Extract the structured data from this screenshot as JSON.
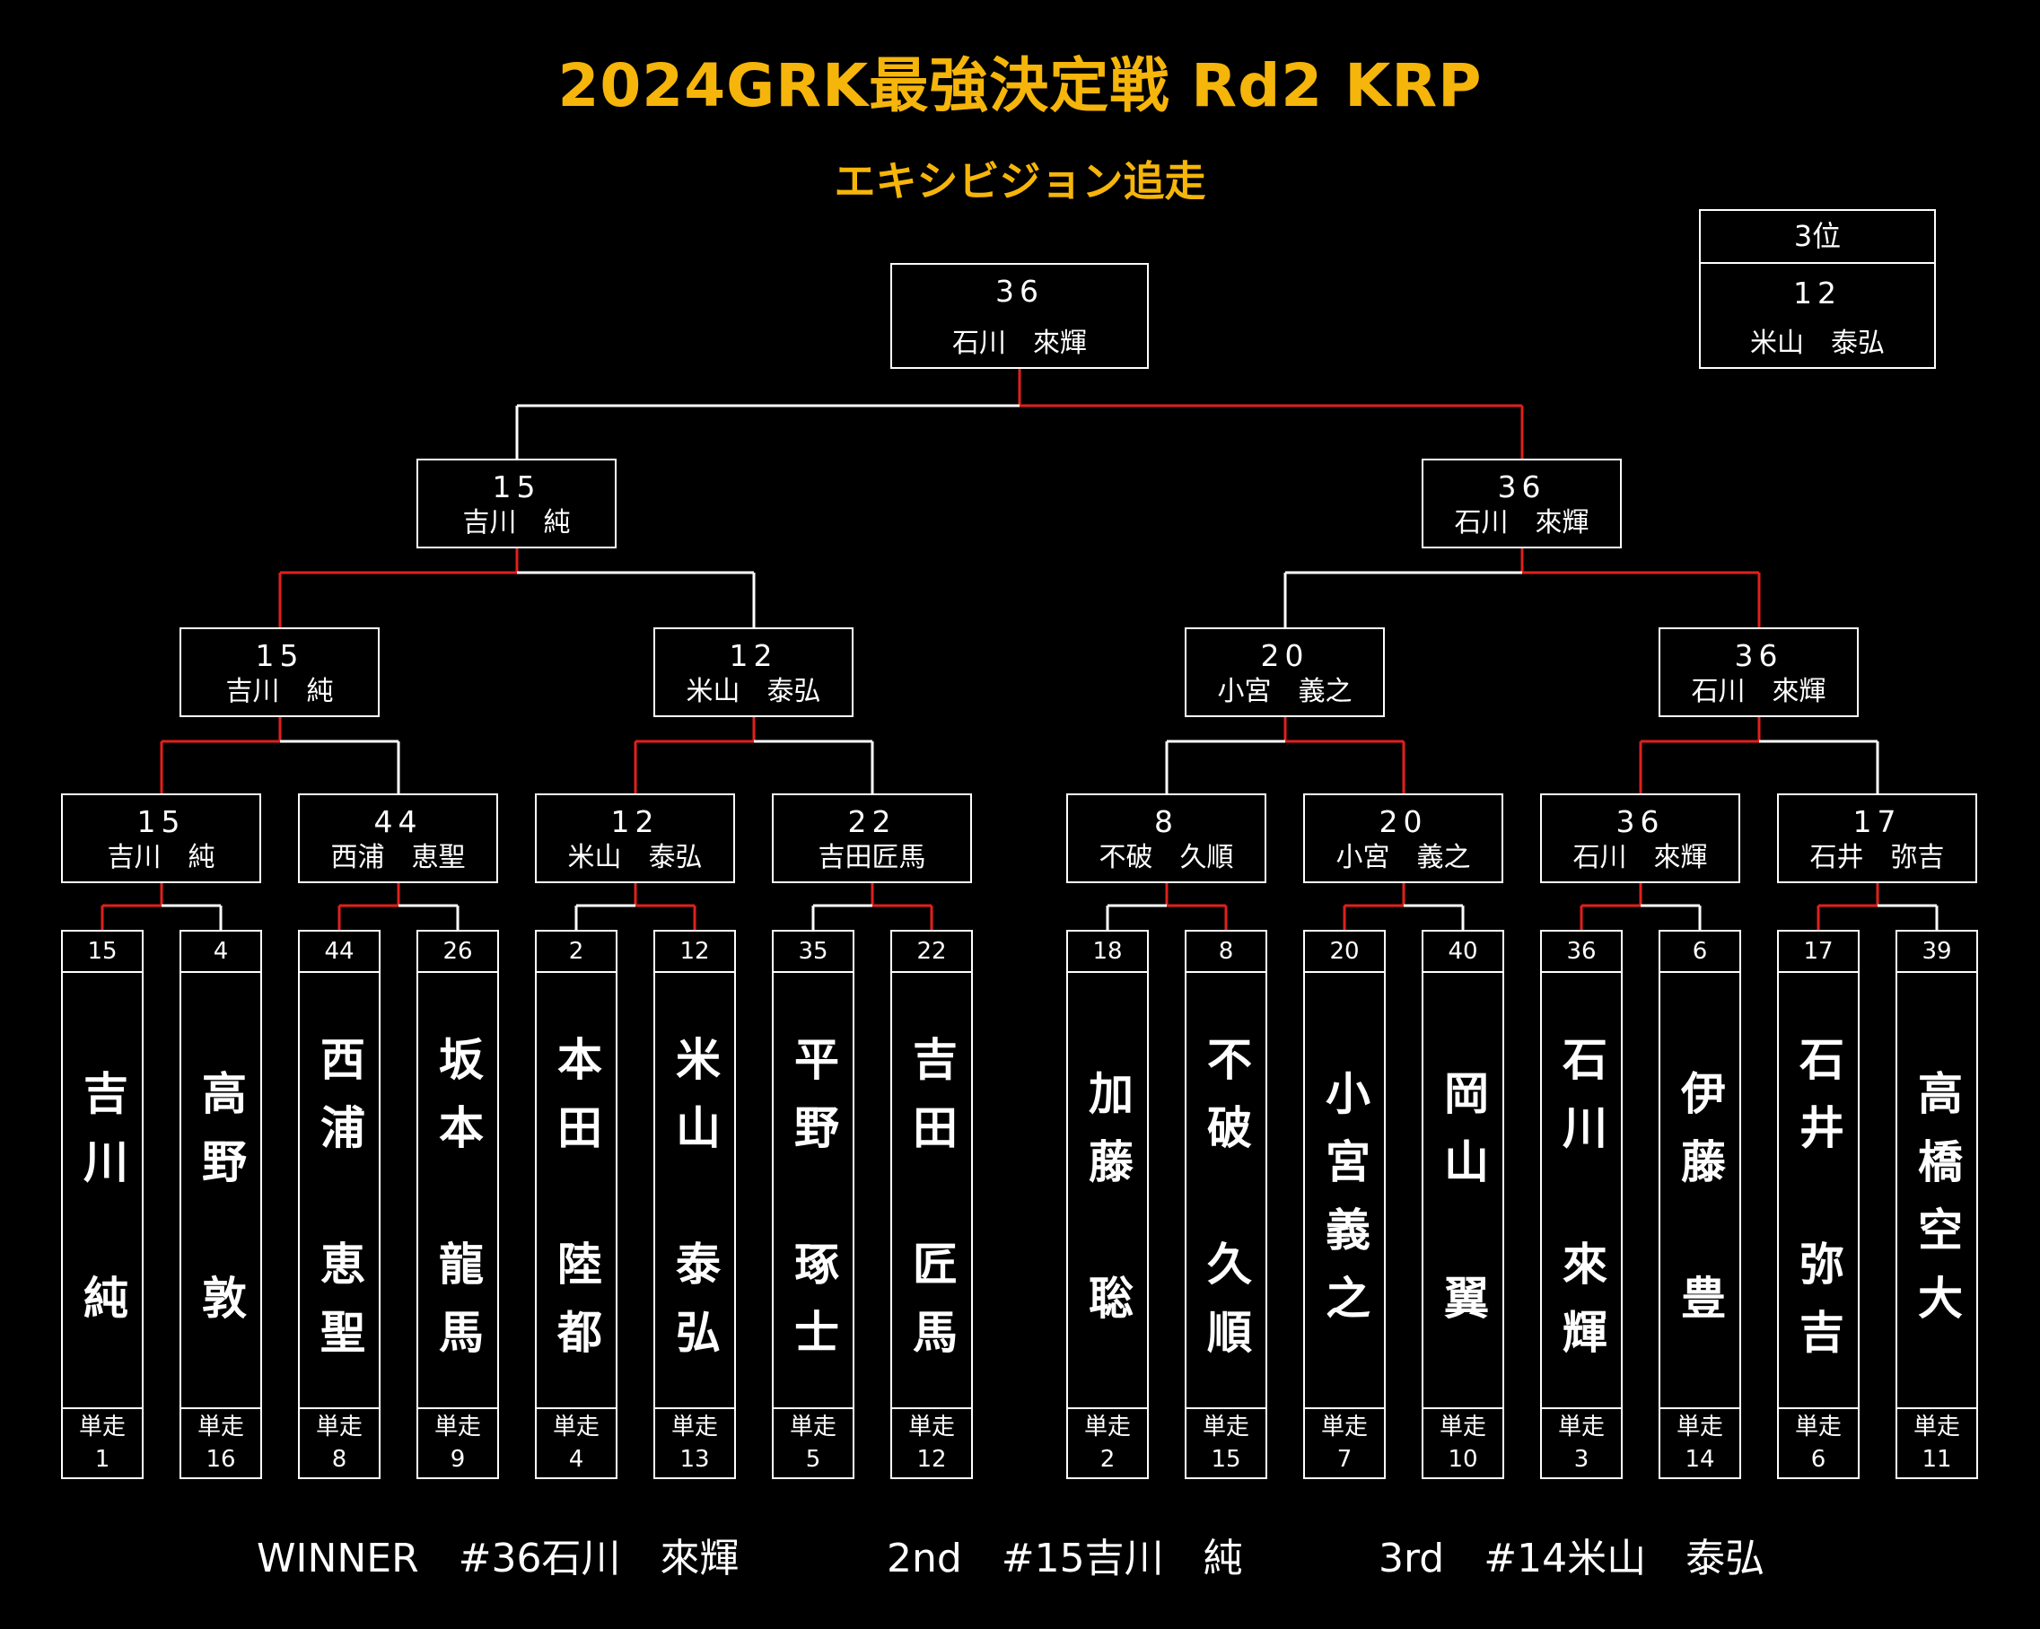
{
  "title": "2024GRK最強決定戦 Rd2 KRP",
  "subtitle": "エキシビジョン追走",
  "colors": {
    "title": "#f5b50a",
    "win_line": "#e0201c",
    "line": "#ffffff",
    "background": "#000000"
  },
  "third_place": {
    "label": "3位",
    "number": "12",
    "name": "米山　泰弘"
  },
  "final": {
    "number": "36",
    "name": "石川　來輝"
  },
  "semifinals": [
    {
      "number": "15",
      "name": "吉川　純"
    },
    {
      "number": "36",
      "name": "石川　來輝"
    }
  ],
  "quarterfinals": [
    {
      "number": "15",
      "name": "吉川　純"
    },
    {
      "number": "12",
      "name": "米山　泰弘"
    },
    {
      "number": "20",
      "name": "小宮　義之"
    },
    {
      "number": "36",
      "name": "石川　來輝"
    }
  ],
  "round_of_16": [
    {
      "number": "15",
      "name": "吉川　純"
    },
    {
      "number": "44",
      "name": "西浦　恵聖"
    },
    {
      "number": "12",
      "name": "米山　泰弘"
    },
    {
      "number": "22",
      "name": "吉田匠馬"
    },
    {
      "number": "8",
      "name": "不破　久順"
    },
    {
      "number": "20",
      "name": "小宮　義之"
    },
    {
      "number": "36",
      "name": "石川　來輝"
    },
    {
      "number": "17",
      "name": "石井　弥吉"
    }
  ],
  "solo_run_label": "単走",
  "racers": [
    {
      "bib": "15",
      "name": "吉川　純",
      "solo": "1"
    },
    {
      "bib": "4",
      "name": "高野　敦",
      "solo": "16"
    },
    {
      "bib": "44",
      "name": "西浦　恵聖",
      "solo": "8"
    },
    {
      "bib": "26",
      "name": "坂本　龍馬",
      "solo": "9"
    },
    {
      "bib": "2",
      "name": "本田　陸都",
      "solo": "4"
    },
    {
      "bib": "12",
      "name": "米山　泰弘",
      "solo": "13"
    },
    {
      "bib": "35",
      "name": "平野　琢士",
      "solo": "5"
    },
    {
      "bib": "22",
      "name": "吉田　匠馬",
      "solo": "12"
    },
    {
      "bib": "18",
      "name": "加藤　聡",
      "solo": "2"
    },
    {
      "bib": "8",
      "name": "不破　久順",
      "solo": "15"
    },
    {
      "bib": "20",
      "name": "小宮義之",
      "solo": "7"
    },
    {
      "bib": "40",
      "name": "岡山　翼",
      "solo": "10"
    },
    {
      "bib": "36",
      "name": "石川　來輝",
      "solo": "3"
    },
    {
      "bib": "6",
      "name": "伊藤　豊",
      "solo": "14"
    },
    {
      "bib": "17",
      "name": "石井　弥吉",
      "solo": "6"
    },
    {
      "bib": "39",
      "name": "高橋空大",
      "solo": "11"
    }
  ],
  "results": {
    "winner": "WINNER　#36石川　來輝",
    "second": "2nd　#15吉川　純",
    "third": "3rd　#14米山　泰弘"
  }
}
